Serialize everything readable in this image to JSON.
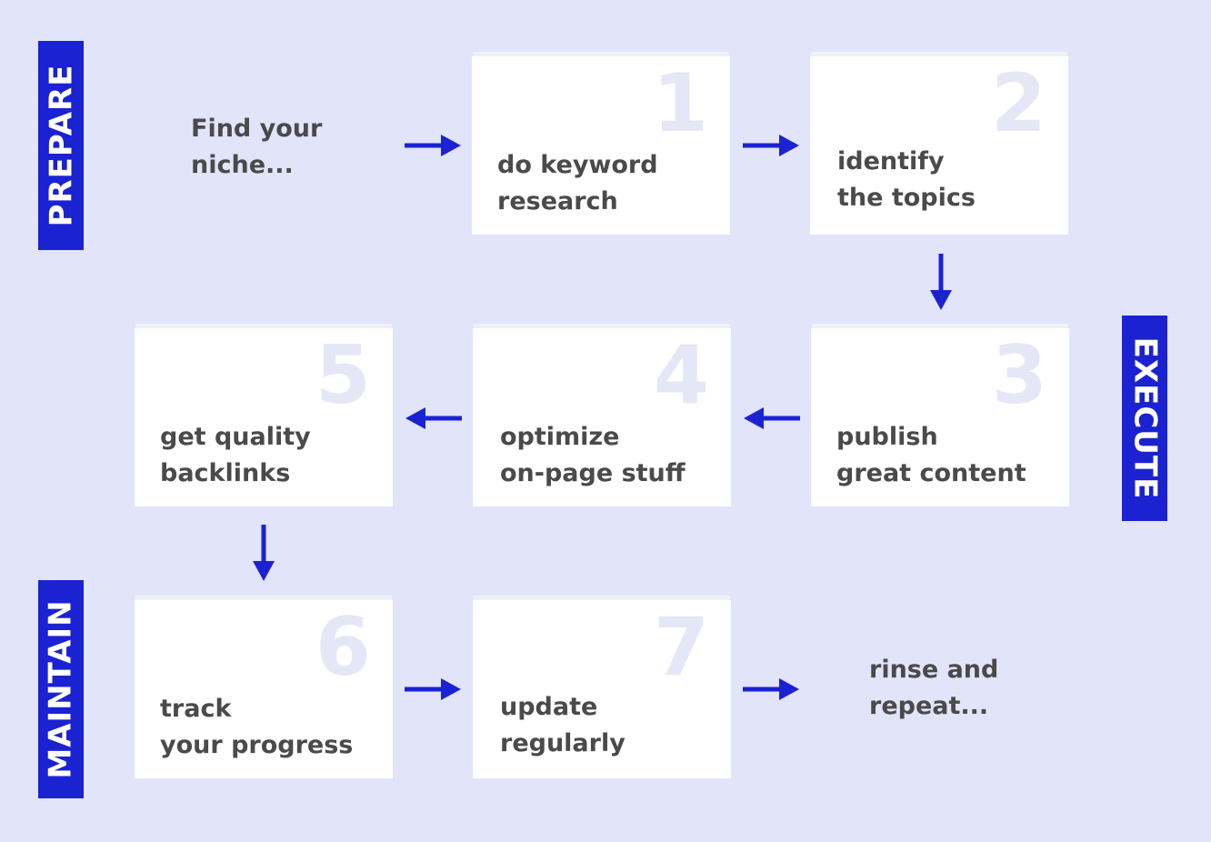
{
  "colors": {
    "background": "#e2e4fa",
    "accent": "#1a22d2",
    "card": "#ffffff",
    "text": "#4a4a4a",
    "card_number": "#e5e7f7"
  },
  "phases": {
    "prepare": "PREPARE",
    "execute": "EXECUTE",
    "maintain": "MAINTAIN"
  },
  "intro": {
    "line1": "Find your",
    "line2": "niche..."
  },
  "outro": {
    "line1": "rinse and",
    "line2": "repeat..."
  },
  "steps": [
    {
      "number": "1",
      "line1": "do keyword",
      "line2": "research"
    },
    {
      "number": "2",
      "line1": "identify",
      "line2": "the topics"
    },
    {
      "number": "3",
      "line1": "publish",
      "line2": "great content"
    },
    {
      "number": "4",
      "line1": "optimize",
      "line2": "on-page stuff"
    },
    {
      "number": "5",
      "line1": "get quality",
      "line2": "backlinks"
    },
    {
      "number": "6",
      "line1": "track",
      "line2": "your progress"
    },
    {
      "number": "7",
      "line1": "update",
      "line2": "regularly"
    }
  ],
  "arrow_icons": [
    "arrow-right-icon",
    "arrow-down-icon",
    "arrow-left-icon"
  ]
}
